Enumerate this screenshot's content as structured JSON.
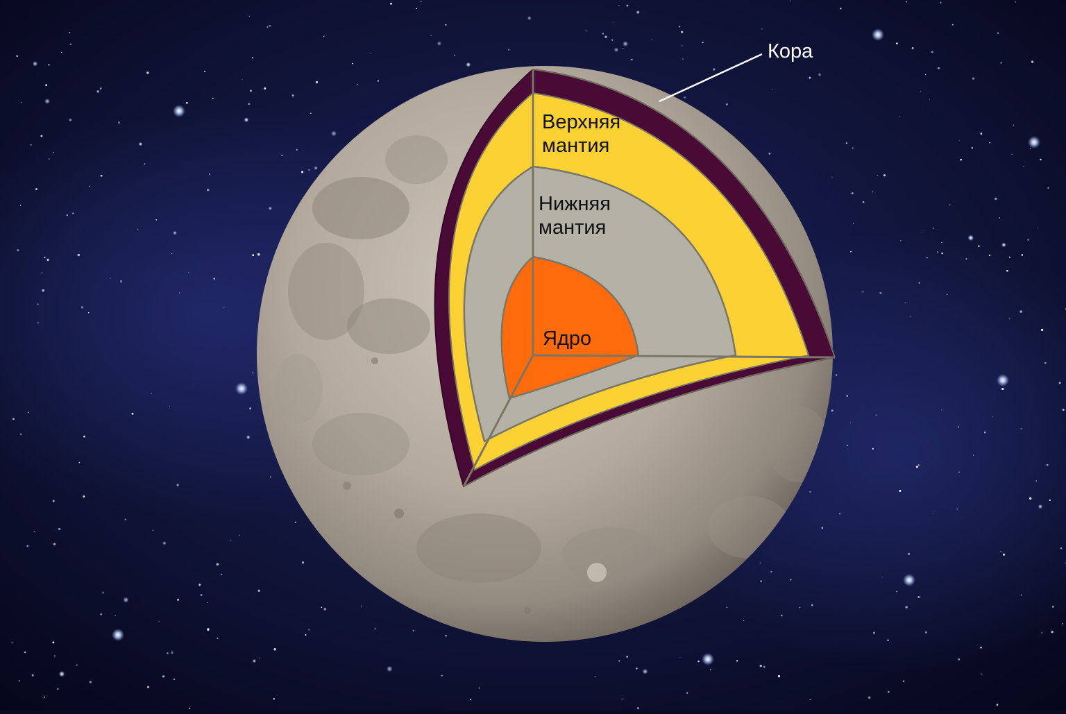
{
  "diagram": {
    "subject": "Moon",
    "labels": {
      "crust": "Кора",
      "upper_mantle_line1": "Верхняя",
      "upper_mantle_line2": "мантия",
      "lower_mantle_line1": "Нижняя",
      "lower_mantle_line2": "мантия",
      "core": "Ядро"
    },
    "colors": {
      "space": "#0a0c24",
      "moon_surface": "#b3a99d",
      "crust": "#4a0a36",
      "upper_mantle": "#fcd133",
      "lower_mantle": "#b4b2a7",
      "core": "#fe6b0c",
      "label_text": "#111111",
      "callout_text": "#ffffff"
    }
  }
}
